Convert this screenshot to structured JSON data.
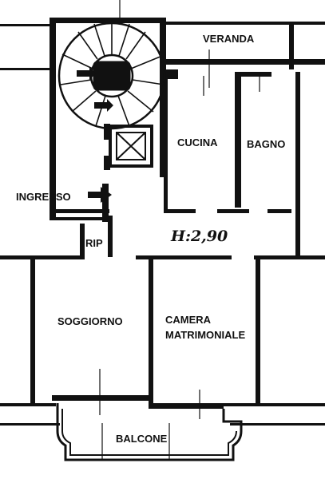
{
  "plan": {
    "rooms": {
      "veranda": "VERANDA",
      "cucina": "CUCINA",
      "bagno": "BAGNO",
      "ingresso": "INGRESSO",
      "rip": "RIP",
      "soggiorno": "SOGGIORNO",
      "camera_line1": "CAMERA",
      "camera_line2": "MATRIMONIALE",
      "balcone": "BALCONE"
    },
    "ceiling_height": "H:2,90"
  }
}
